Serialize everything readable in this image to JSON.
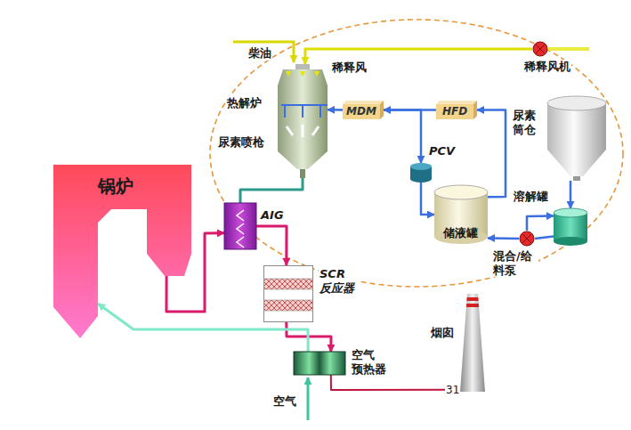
{
  "diagram": {
    "nodes": [
      {
        "text": [
          "锅炉"
        ]
      },
      {
        "text": [
          "热解炉"
        ]
      },
      {
        "text": [
          "MDM"
        ]
      },
      {
        "text": [
          "HFD"
        ]
      },
      {
        "text": [
          "尿素 筒仓"
        ]
      },
      {
        "text": [
          "PCV"
        ]
      },
      {
        "text": [
          "溶解罐"
        ]
      },
      {
        "text": [
          "储液罐"
        ]
      },
      {
        "text": [
          "混合/给 料泵"
        ]
      },
      {
        "text": [
          "稀释风机"
        ]
      },
      {
        "text": [
          "AIG"
        ]
      },
      {
        "text": [
          "SCR 反应器"
        ]
      },
      {
        "text": [
          "空气 预热器"
        ]
      },
      {
        "text": [
          "烟囱"
        ]
      }
    ],
    "edges": [
      {
        "from": 9,
        "to": 1,
        "arrow": "to"
      },
      {
        "from": 3,
        "to": 2,
        "arrow": "to"
      },
      {
        "from": 2,
        "to": 1,
        "arrow": "to"
      },
      {
        "from": 2,
        "to": 5,
        "arrow": "to"
      },
      {
        "from": 5,
        "to": 7,
        "arrow": "to"
      },
      {
        "from": 7,
        "to": 3,
        "arrow": "to"
      },
      {
        "from": 4,
        "to": 6,
        "arrow": "to"
      },
      {
        "from": 6,
        "to": 8,
        "arrow": "none"
      },
      {
        "from": 8,
        "to": 7,
        "arrow": "to"
      },
      {
        "from": 8,
        "to": 6,
        "arrow": "to"
      },
      {
        "from": 1,
        "to": 10,
        "arrow": "none"
      },
      {
        "from": 0,
        "to": 10,
        "arrow": "to"
      },
      {
        "from": 10,
        "to": 11,
        "arrow": "to"
      },
      {
        "from": 11,
        "to": 12,
        "arrow": "to"
      },
      {
        "from": 12,
        "to": 13,
        "arrow": "none"
      },
      {
        "from": 12,
        "to": 0,
        "arrow": "to"
      }
    ],
    "labels": [
      "柴油",
      "稀释风",
      "尿素喷枪",
      "空气",
      "31"
    ]
  }
}
